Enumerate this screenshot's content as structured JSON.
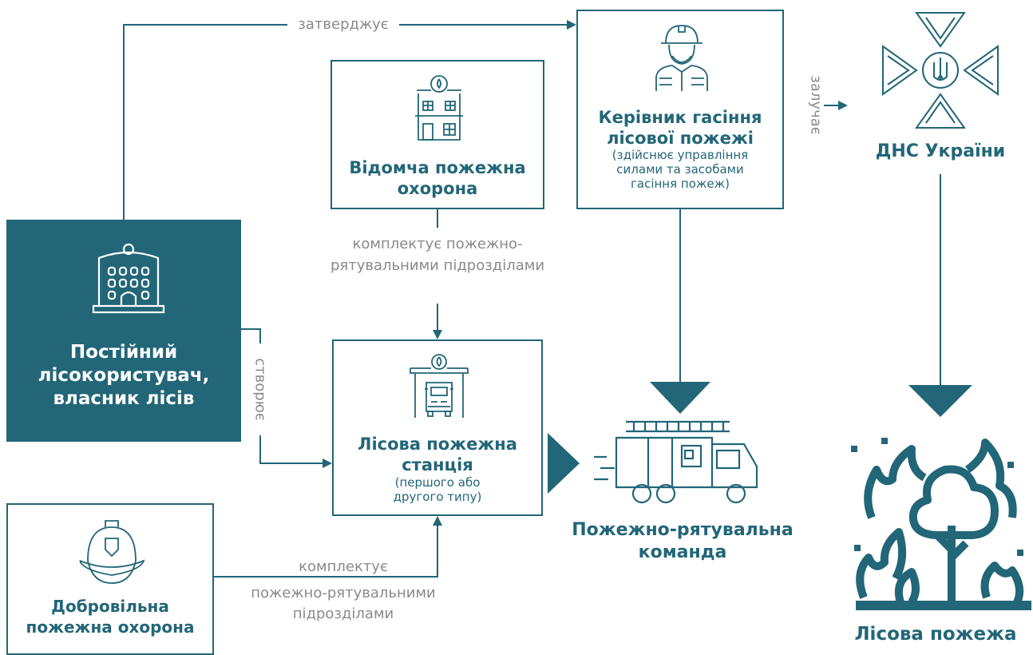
{
  "nodes": {
    "owner": {
      "title": "Постійний лісокористувач, власник лісів"
    },
    "departmental": {
      "title": "Відомча пожежна охорона"
    },
    "leader": {
      "title": "Керівник гасіння лісової пожежі",
      "subtitle": "(здійснює управління силами та засобами гасіння пожеж)"
    },
    "dsns": {
      "title": "ДНС України"
    },
    "station": {
      "title": "Лісова пожежна станція",
      "subtitle": "(першого або другого типу)"
    },
    "volunteer": {
      "title": "Добровільна пожежна охорона"
    },
    "team": {
      "title": "Пожежно-рятувальна команда"
    },
    "fire": {
      "title": "Лісова пожежа"
    }
  },
  "edges": {
    "approves": "затверджує",
    "engages": "залучає",
    "creates": "створює",
    "staffs_top": "комплектує пожежно-рятувальними підрозділами",
    "staffs_bottom_1": "комплектує",
    "staffs_bottom_2": "пожежно-рятувальними підрозділами"
  },
  "colors": {
    "primary": "#226678",
    "label": "#8a8a8a"
  },
  "icons": {
    "owner": "office-building-icon",
    "departmental": "fire-station-building-icon",
    "leader": "firefighter-icon",
    "dsns": "dsns-cross-emblem-icon",
    "station": "fire-station-garage-icon",
    "volunteer": "fire-helmet-icon",
    "team": "fire-truck-icon",
    "fire": "burning-forest-icon"
  }
}
